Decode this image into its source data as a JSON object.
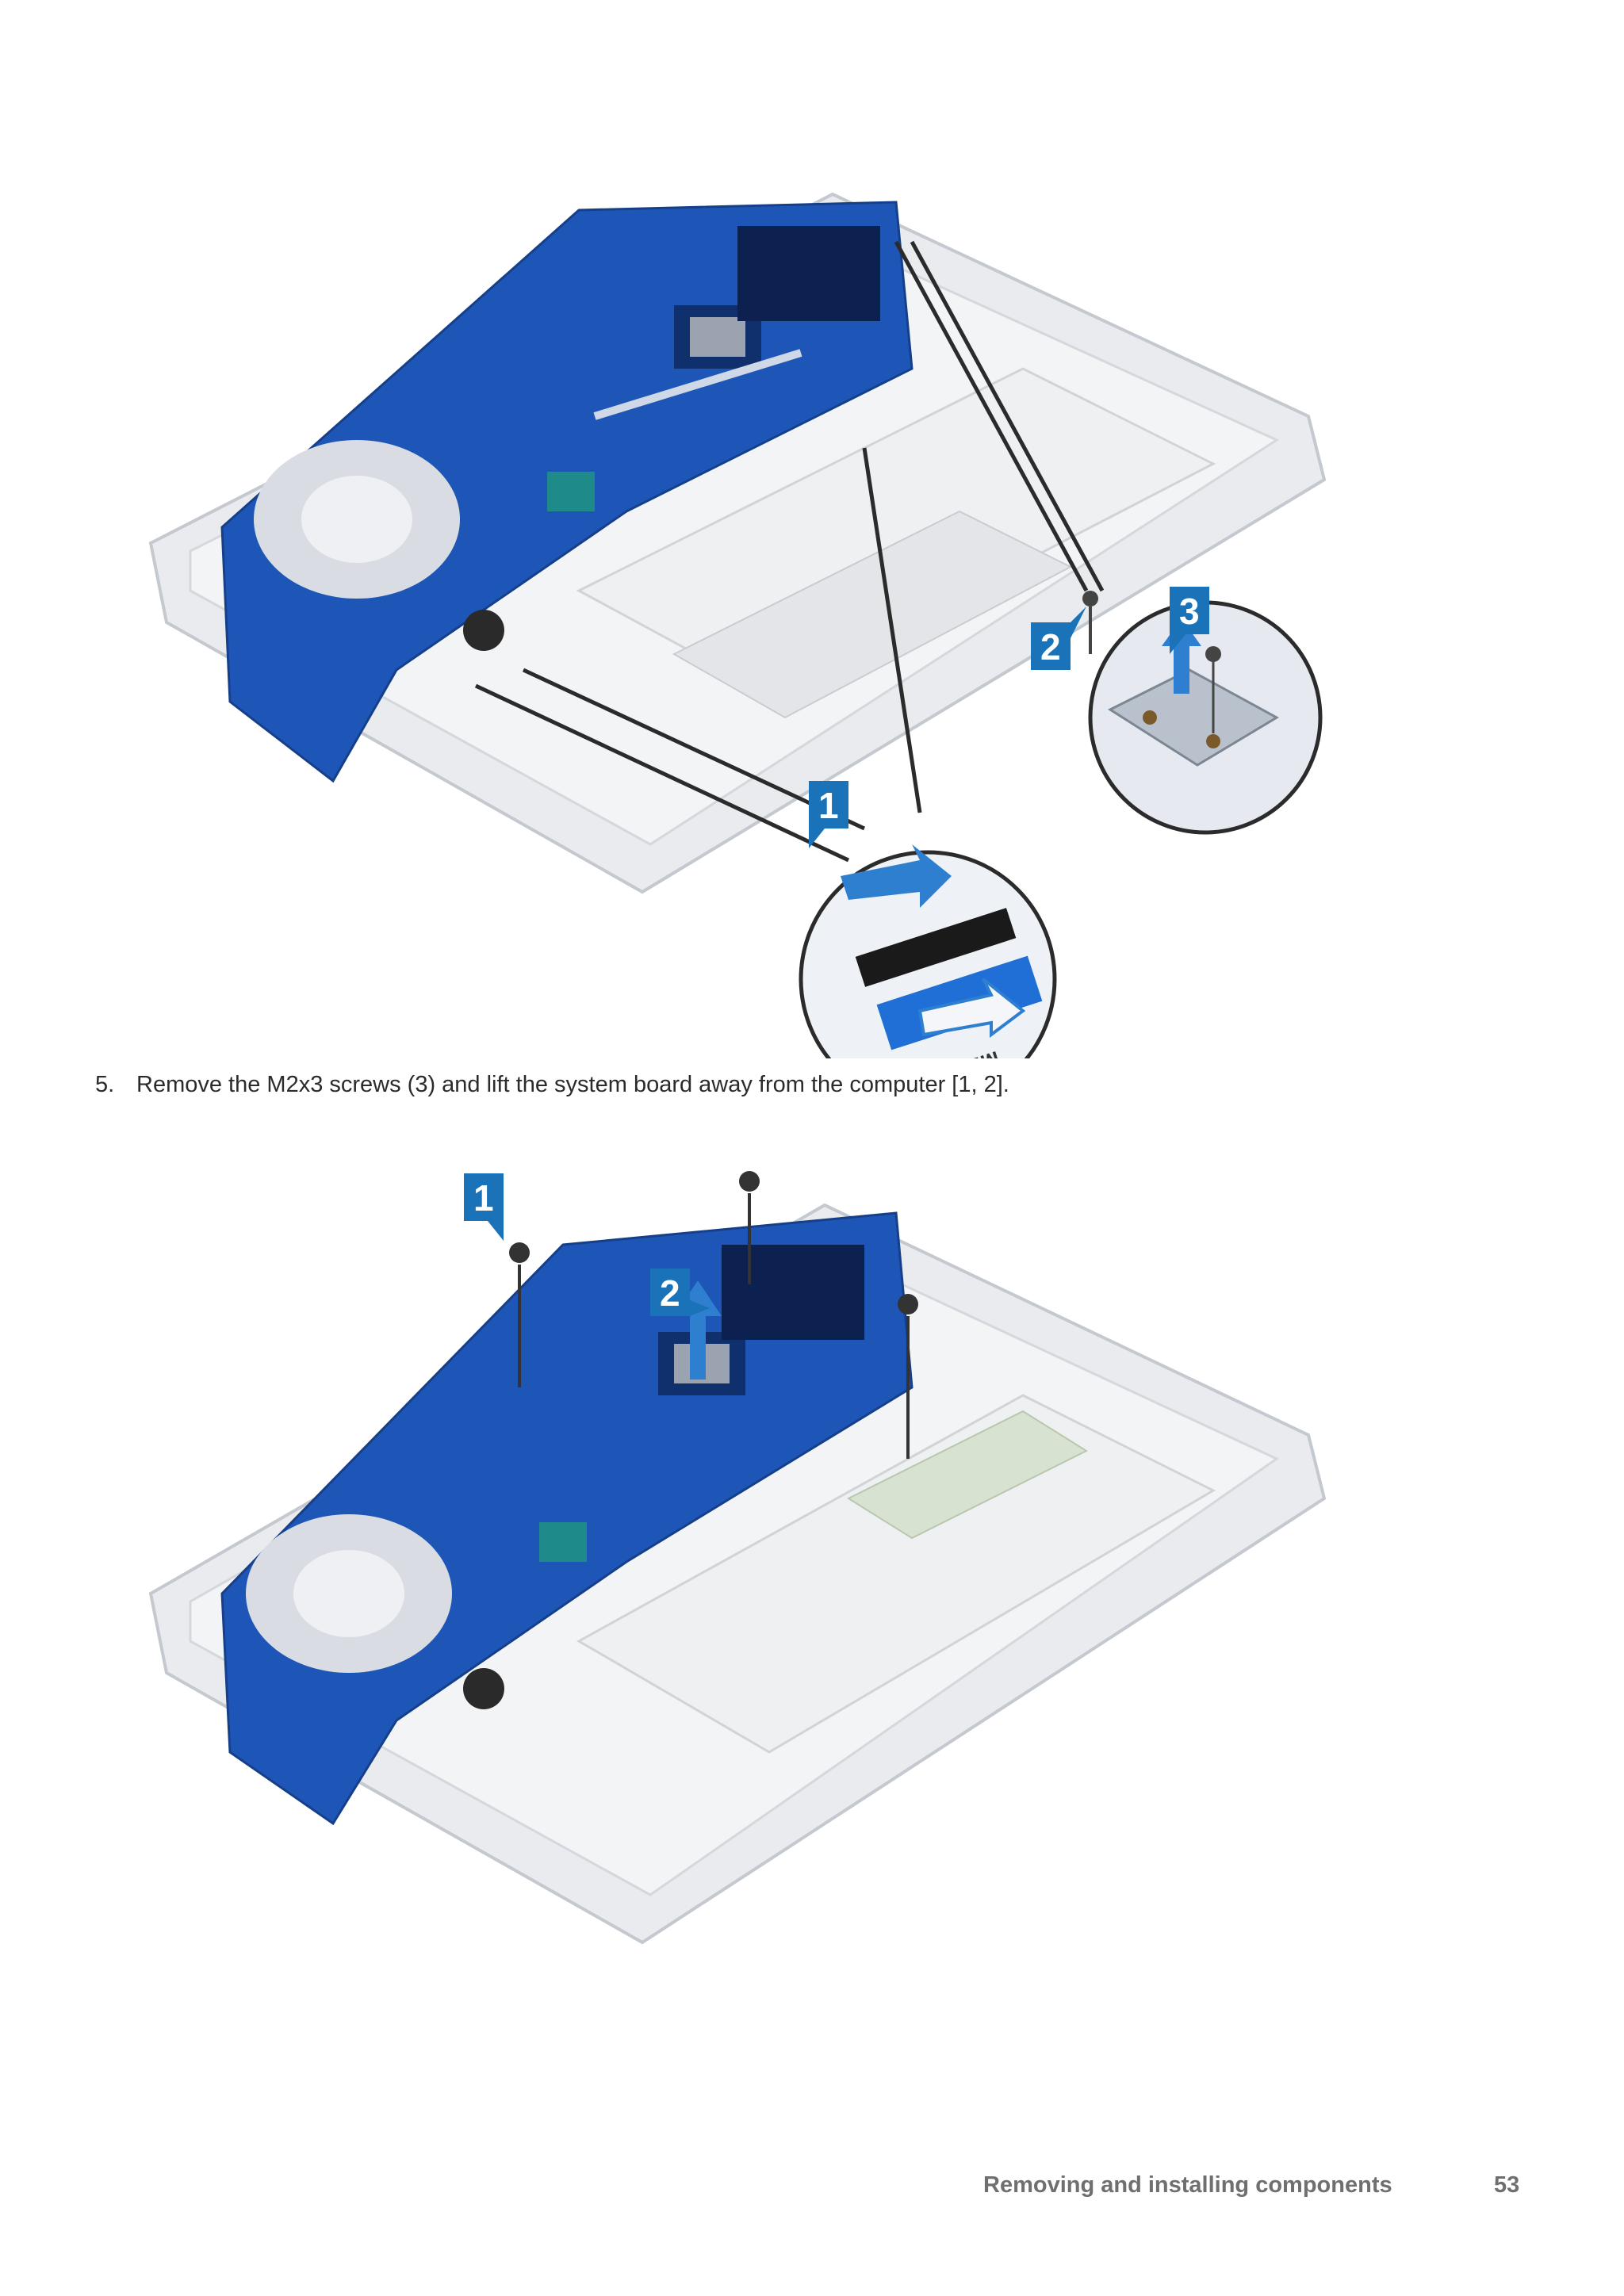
{
  "step": {
    "number": "5.",
    "text": "Remove the M2x3 screws (3) and lift the system board away from the computer [1, 2]."
  },
  "figure1": {
    "callouts": [
      "1",
      "2",
      "3"
    ],
    "inset_label": "MB"
  },
  "figure2": {
    "callouts": [
      "1",
      "2"
    ]
  },
  "footer": {
    "section": "Removing and installing components",
    "page": "53"
  },
  "colors": {
    "callout_blue": "#1a73b8",
    "board_blue": "#1e56b8",
    "chassis": "#e6e8ec",
    "arrow_blue": "#2e7fd0"
  }
}
